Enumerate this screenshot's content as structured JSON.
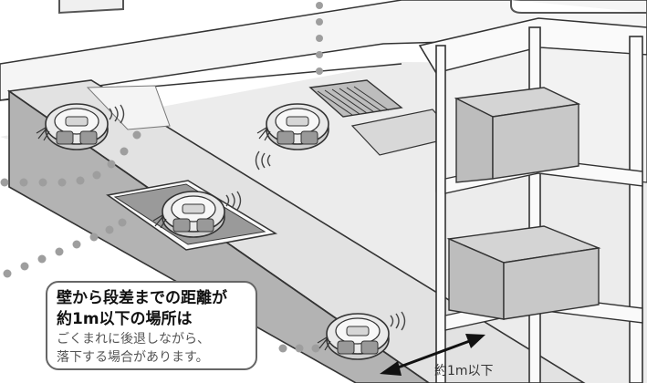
{
  "callout": {
    "title_line1": "壁から段差までの距離が",
    "title_line2": "約1m以下の場所は",
    "note_line1": "ごくまれに後退しながら、",
    "note_line2": "落下する場合があります。"
  },
  "distance_label": "約1m以下",
  "colors": {
    "line": "#333333",
    "surface_light": "#e8e8e8",
    "surface_mid": "#d2d2d2",
    "surface_dark": "#a9a9a9",
    "dots": "#9e9e9e",
    "arrow": "#111111"
  },
  "icons": [
    "robot-vacuum-icon",
    "floor-vent-icon",
    "storage-shelf-icon",
    "double-arrow-icon"
  ]
}
